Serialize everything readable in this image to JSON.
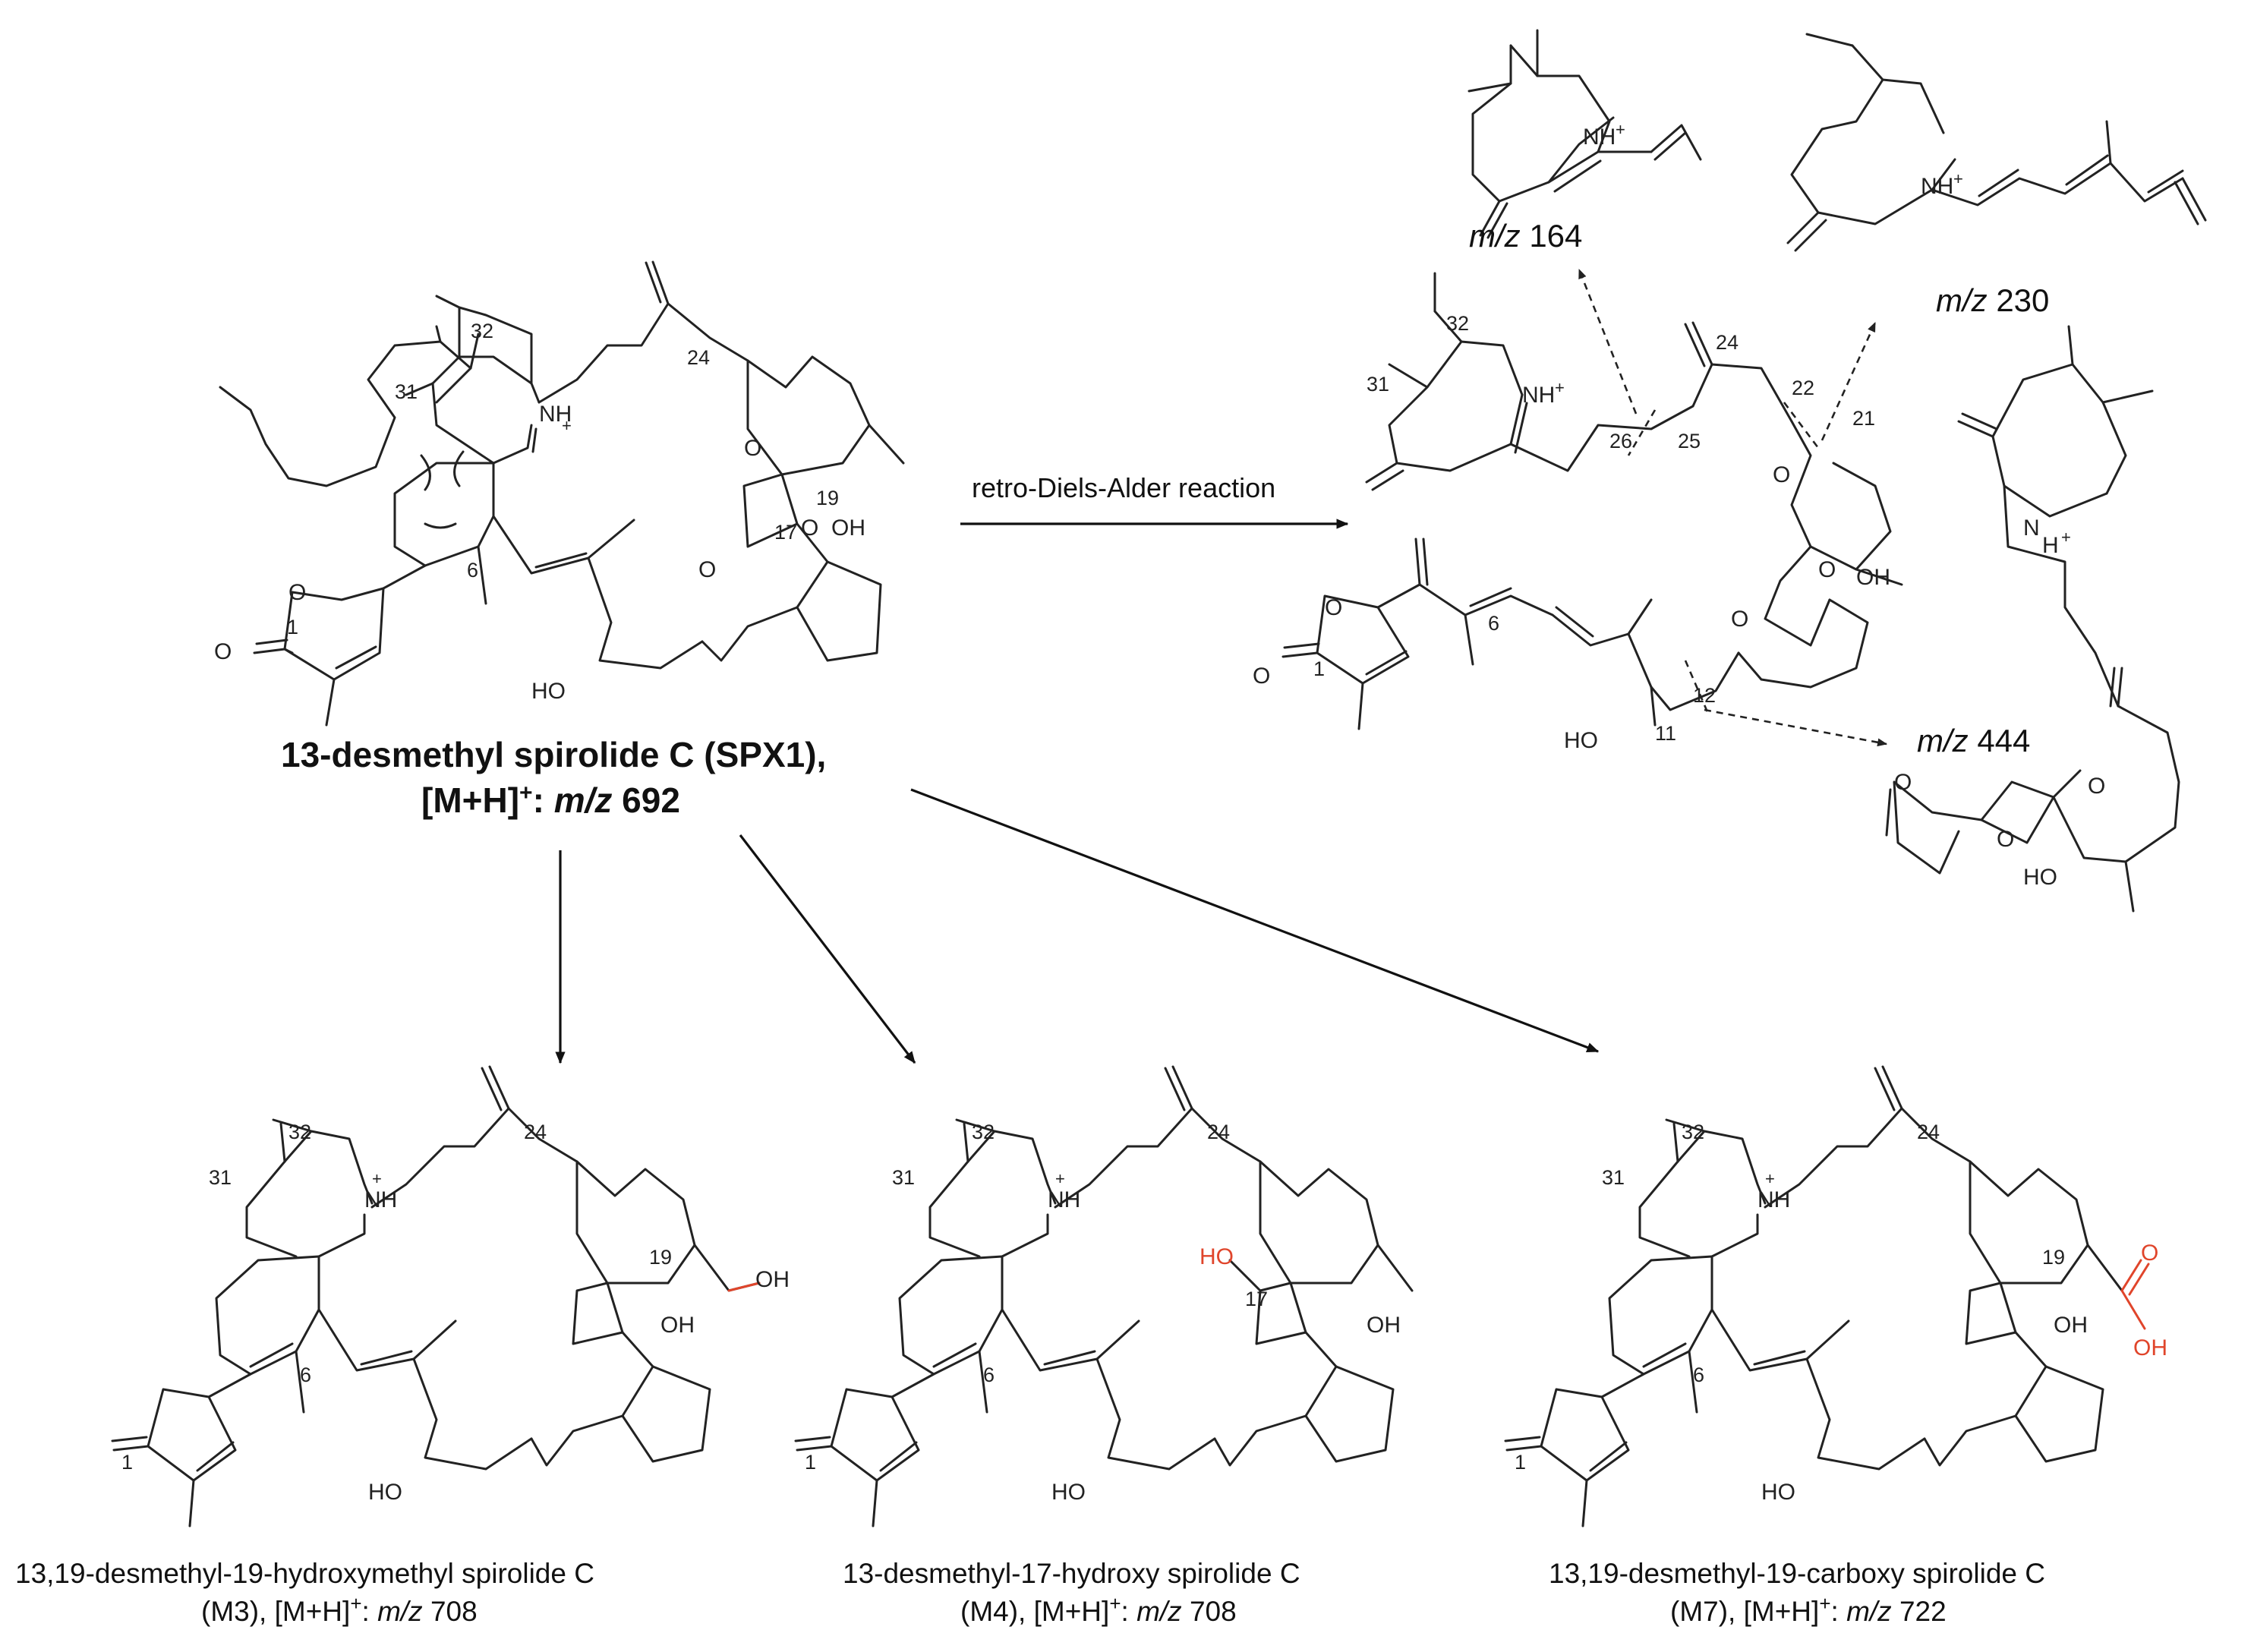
{
  "reaction_label": "retro-Diels-Alder reaction",
  "parent": {
    "name": "13-desmethyl spirolide C (SPX1),",
    "ion": "[M+H]",
    "charge": "+",
    "mz_prefix": "m/z",
    "mz_value": "692"
  },
  "fragments": [
    {
      "mz_prefix": "m/z",
      "mz_value": "164"
    },
    {
      "mz_prefix": "m/z",
      "mz_value": "230"
    },
    {
      "mz_prefix": "m/z",
      "mz_value": "444"
    }
  ],
  "metabolites": [
    {
      "name": "13,19-desmethyl-19-hydroxymethyl spirolide C",
      "code": "(M3), [M+H]",
      "charge": "+",
      "mz_prefix": "m/z",
      "mz_value": "708"
    },
    {
      "name": "13-desmethyl-17-hydroxy spirolide C",
      "code": "(M4), [M+H]",
      "charge": "+",
      "mz_prefix": "m/z",
      "mz_value": "708"
    },
    {
      "name": "13,19-desmethyl-19-carboxy spirolide C",
      "code": "(M7), [M+H]",
      "charge": "+",
      "mz_prefix": "m/z",
      "mz_value": "722"
    }
  ],
  "atom_labels": {
    "nh": "NH",
    "plus": "+",
    "o": "O",
    "oh": "OH",
    "ho": "HO",
    "h": "H",
    "n": "N",
    "c1": "1",
    "c6": "6",
    "c11": "11",
    "c12": "12",
    "c17": "17",
    "c19": "19",
    "c21": "21",
    "c22": "22",
    "c24": "24",
    "c25": "25",
    "c26": "26",
    "c31": "31",
    "c32": "32"
  },
  "colors": {
    "highlight": "#e0452b",
    "line": "#222222"
  }
}
